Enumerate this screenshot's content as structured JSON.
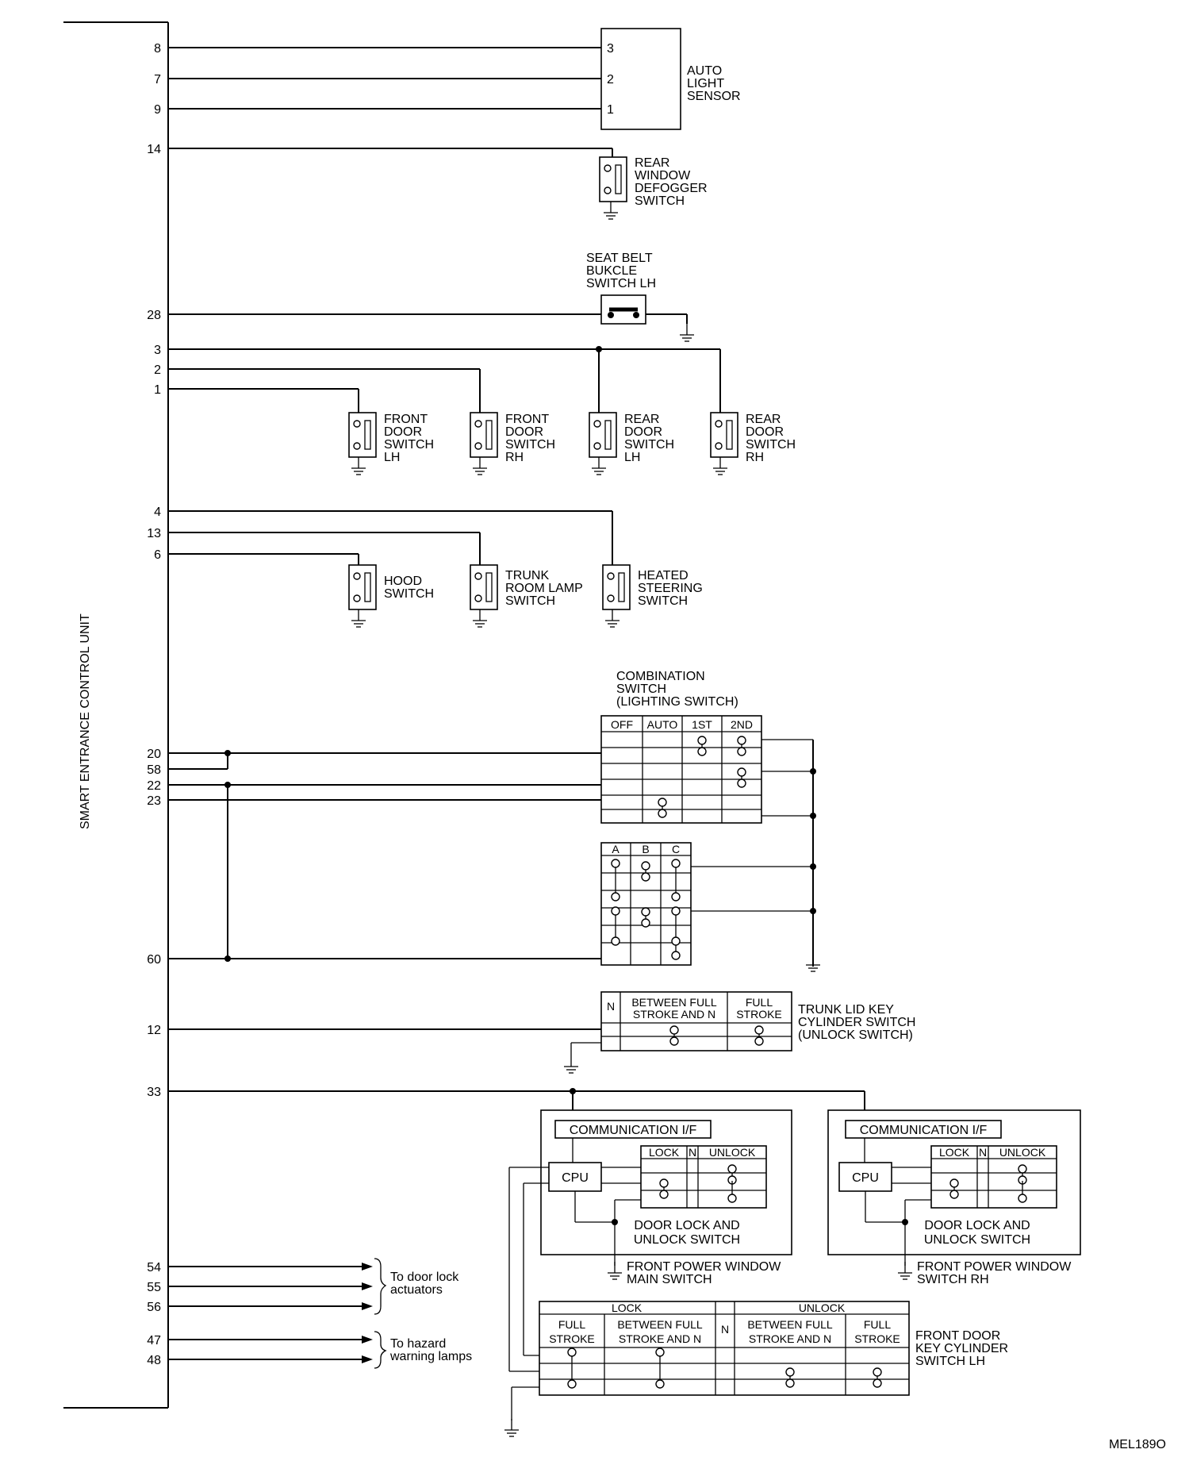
{
  "unit": {
    "title": "SMART ENTRANCE CONTROL UNIT"
  },
  "figure_id": "MEL189O",
  "pins": {
    "p8": "8",
    "p7": "7",
    "p9": "9",
    "p14": "14",
    "p28": "28",
    "p3": "3",
    "p2": "2",
    "p1": "1",
    "p4": "4",
    "p13": "13",
    "p6": "6",
    "p20": "20",
    "p58": "58",
    "p22": "22",
    "p23": "23",
    "p60": "60",
    "p12": "12",
    "p33": "33",
    "p54": "54",
    "p55": "55",
    "p56": "56",
    "p47": "47",
    "p48": "48"
  },
  "auto_light": {
    "terms": [
      "3",
      "2",
      "1"
    ],
    "label": [
      "AUTO",
      "LIGHT",
      "SENSOR"
    ]
  },
  "defogger": {
    "label": [
      "REAR",
      "WINDOW",
      "DEFOGGER",
      "SWITCH"
    ]
  },
  "seatbelt": {
    "label": [
      "SEAT BELT",
      "BUKCLE",
      "SWITCH LH"
    ]
  },
  "door_switches": [
    {
      "label": [
        "FRONT",
        "DOOR",
        "SWITCH",
        "LH"
      ]
    },
    {
      "label": [
        "FRONT",
        "DOOR",
        "SWITCH",
        "RH"
      ]
    },
    {
      "label": [
        "REAR",
        "DOOR",
        "SWITCH",
        "LH"
      ]
    },
    {
      "label": [
        "REAR",
        "DOOR",
        "SWITCH",
        "RH"
      ]
    }
  ],
  "misc_switches": [
    {
      "label": [
        "HOOD",
        "SWITCH"
      ]
    },
    {
      "label": [
        "TRUNK",
        "ROOM LAMP",
        "SWITCH"
      ]
    },
    {
      "label": [
        "HEATED",
        "STEERING",
        "SWITCH"
      ]
    }
  ],
  "combination_switch": {
    "label": [
      "COMBINATION",
      "SWITCH",
      "(LIGHTING SWITCH)"
    ],
    "headers": [
      "OFF",
      "AUTO",
      "1ST",
      "2ND"
    ],
    "sub_headers": [
      "A",
      "B",
      "C"
    ]
  },
  "trunk_key": {
    "headers": [
      "N",
      "BETWEEN FULL",
      "STROKE AND N",
      "FULL",
      "STROKE"
    ],
    "label": [
      "TRUNK LID KEY",
      "CYLINDER SWITCH",
      "(UNLOCK SWITCH)"
    ]
  },
  "main_pw": {
    "comm": "COMMUNICATION I/F",
    "cpu": "CPU",
    "headers": [
      "LOCK",
      "N",
      "UNLOCK"
    ],
    "inner_label": [
      "DOOR LOCK AND",
      "UNLOCK SWITCH"
    ],
    "label": [
      "FRONT POWER WINDOW",
      "MAIN SWITCH"
    ]
  },
  "rh_pw": {
    "comm": "COMMUNICATION I/F",
    "cpu": "CPU",
    "headers": [
      "LOCK",
      "N",
      "UNLOCK"
    ],
    "inner_label": [
      "DOOR LOCK AND",
      "UNLOCK SWITCH"
    ],
    "label": [
      "FRONT POWER WINDOW",
      "SWITCH RH"
    ]
  },
  "door_lock_out": {
    "label": [
      "To door lock",
      "actuators"
    ]
  },
  "hazard_out": {
    "label": [
      "To hazard",
      "warning lamps"
    ]
  },
  "front_key": {
    "lock": "LOCK",
    "unlock": "UNLOCK",
    "n": "N",
    "cols": [
      [
        "FULL",
        "STROKE"
      ],
      [
        "BETWEEN FULL",
        "STROKE AND N"
      ],
      [
        "BETWEEN FULL",
        "STROKE AND N"
      ],
      [
        "FULL",
        "STROKE"
      ]
    ],
    "label": [
      "FRONT DOOR",
      "KEY CYLINDER",
      "SWITCH LH"
    ]
  }
}
